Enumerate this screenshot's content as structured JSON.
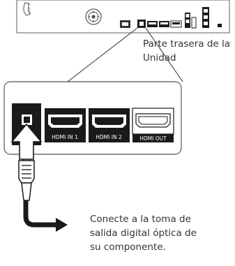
{
  "captions": {
    "rear_panel": "Parte trasera de la\nUnidad",
    "connect_instruction": "Conecte a la toma de\nsalida digital óptica de\nsu componente."
  },
  "ports": {
    "hdmi_in_1": "HDMI IN 1",
    "hdmi_in_2": "HDMI IN 2",
    "hdmi_out": "HDMI OUT"
  }
}
